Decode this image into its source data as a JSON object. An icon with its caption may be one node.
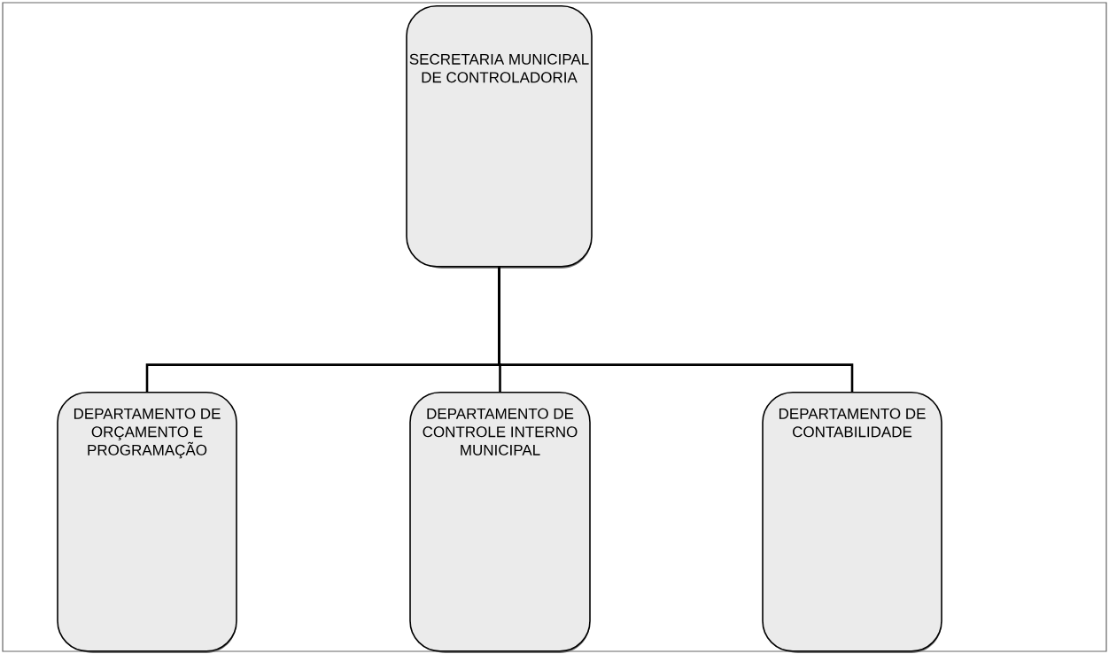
{
  "diagram": {
    "nodes": [
      {
        "text": [
          "SECRETARIA MUNICIPAL DE CONTROLADORIA"
        ]
      },
      {
        "text": [
          "DEPARTAMENTO DE ORÇAMENTO E PROGRAMAÇÃO"
        ]
      },
      {
        "text": [
          "DEPARTAMENTO DE CONTROLE INTERNO MUNICIPAL"
        ]
      },
      {
        "text": [
          "DEPARTAMENTO DE CONTABILIDADE"
        ]
      }
    ],
    "edges": [
      {
        "from": 0,
        "to": 1,
        "arrow": "none"
      },
      {
        "from": 0,
        "to": 2,
        "arrow": "none"
      },
      {
        "from": 0,
        "to": 3,
        "arrow": "none"
      }
    ]
  }
}
